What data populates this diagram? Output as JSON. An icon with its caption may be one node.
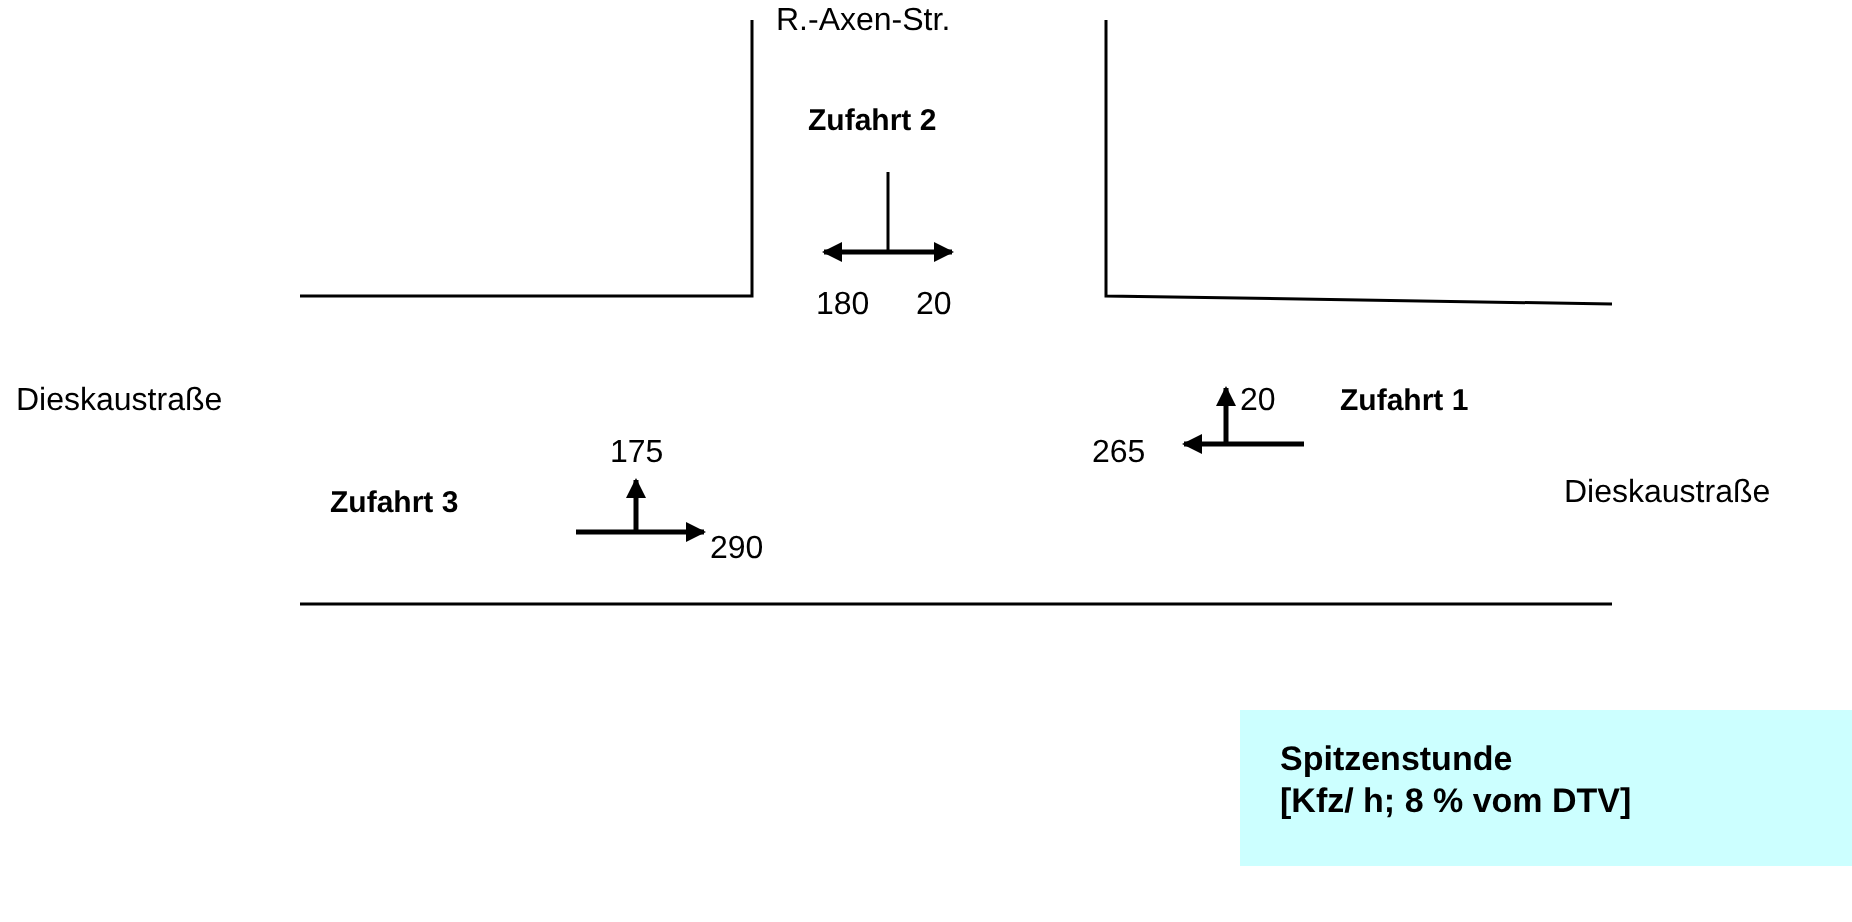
{
  "diagram": {
    "nodes": [
      {
        "text": [
          "Spitzenstunde",
          "[Kfz/ h; 8 % vom DTV]"
        ]
      }
    ],
    "edges": [],
    "labels": [
      "R.-Axen-Str.",
      "Zufahrt 2",
      "180",
      "20",
      "Dieskaustraße",
      "20",
      "Zufahrt 1",
      "175",
      "265",
      "Dieskaustraße",
      "Zufahrt 3",
      "290"
    ]
  }
}
